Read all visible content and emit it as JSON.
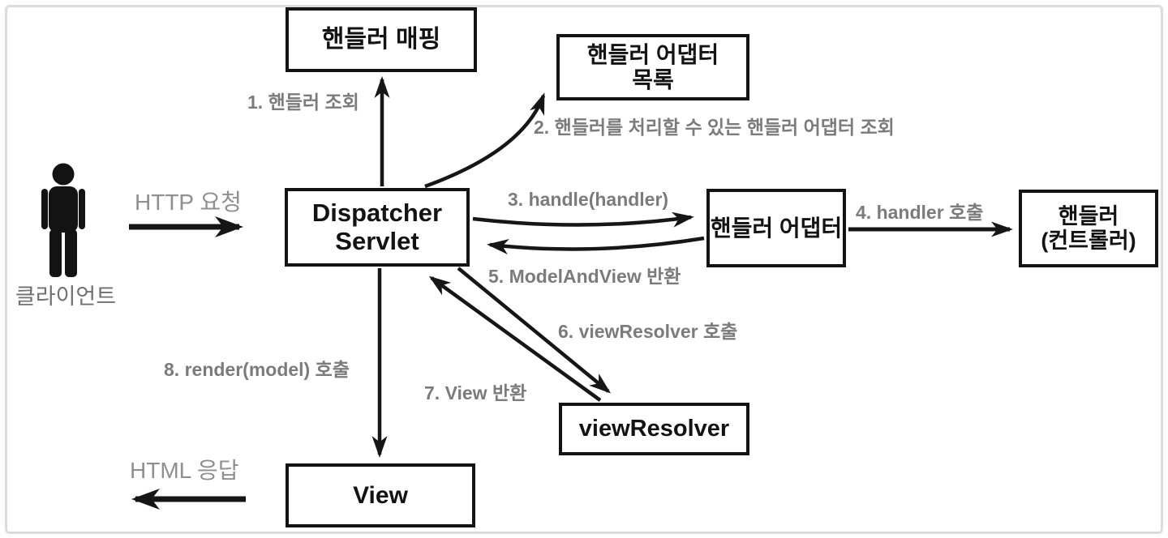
{
  "diagram": {
    "actor": {
      "label": "클라이언트"
    },
    "boxes": {
      "handler_mapping": {
        "label": "핸들러 매핑"
      },
      "handler_adapter_list": {
        "label": "핸들러 어댑터\n목록"
      },
      "dispatcher_servlet": {
        "label": "Dispatcher\nServlet"
      },
      "handler_adapter": {
        "label": "핸들러 어댑터"
      },
      "handler_controller": {
        "label": "핸들러\n(컨트롤러)"
      },
      "view_resolver": {
        "label": "viewResolver"
      },
      "view": {
        "label": "View"
      }
    },
    "flow_labels": {
      "http_request": "HTTP 요청",
      "html_response": "HTML 응답",
      "step1": "1. 핸들러 조회",
      "step2": "2. 핸들러를 처리할 수 있는 핸들러 어댑터 조회",
      "step3": "3. handle(handler)",
      "step4": "4. handler 호출",
      "step5": "5. ModelAndView 반환",
      "step6": "6. viewResolver 호출",
      "step7": "7. View 반환",
      "step8": "8. render(model) 호출"
    },
    "colors": {
      "box_border": "#131313",
      "arrow": "#161616",
      "step_label_gray": "#7b7b7b",
      "big_label_gray": "#8f8f8f",
      "frame_gray": "#dcdcdc"
    }
  }
}
